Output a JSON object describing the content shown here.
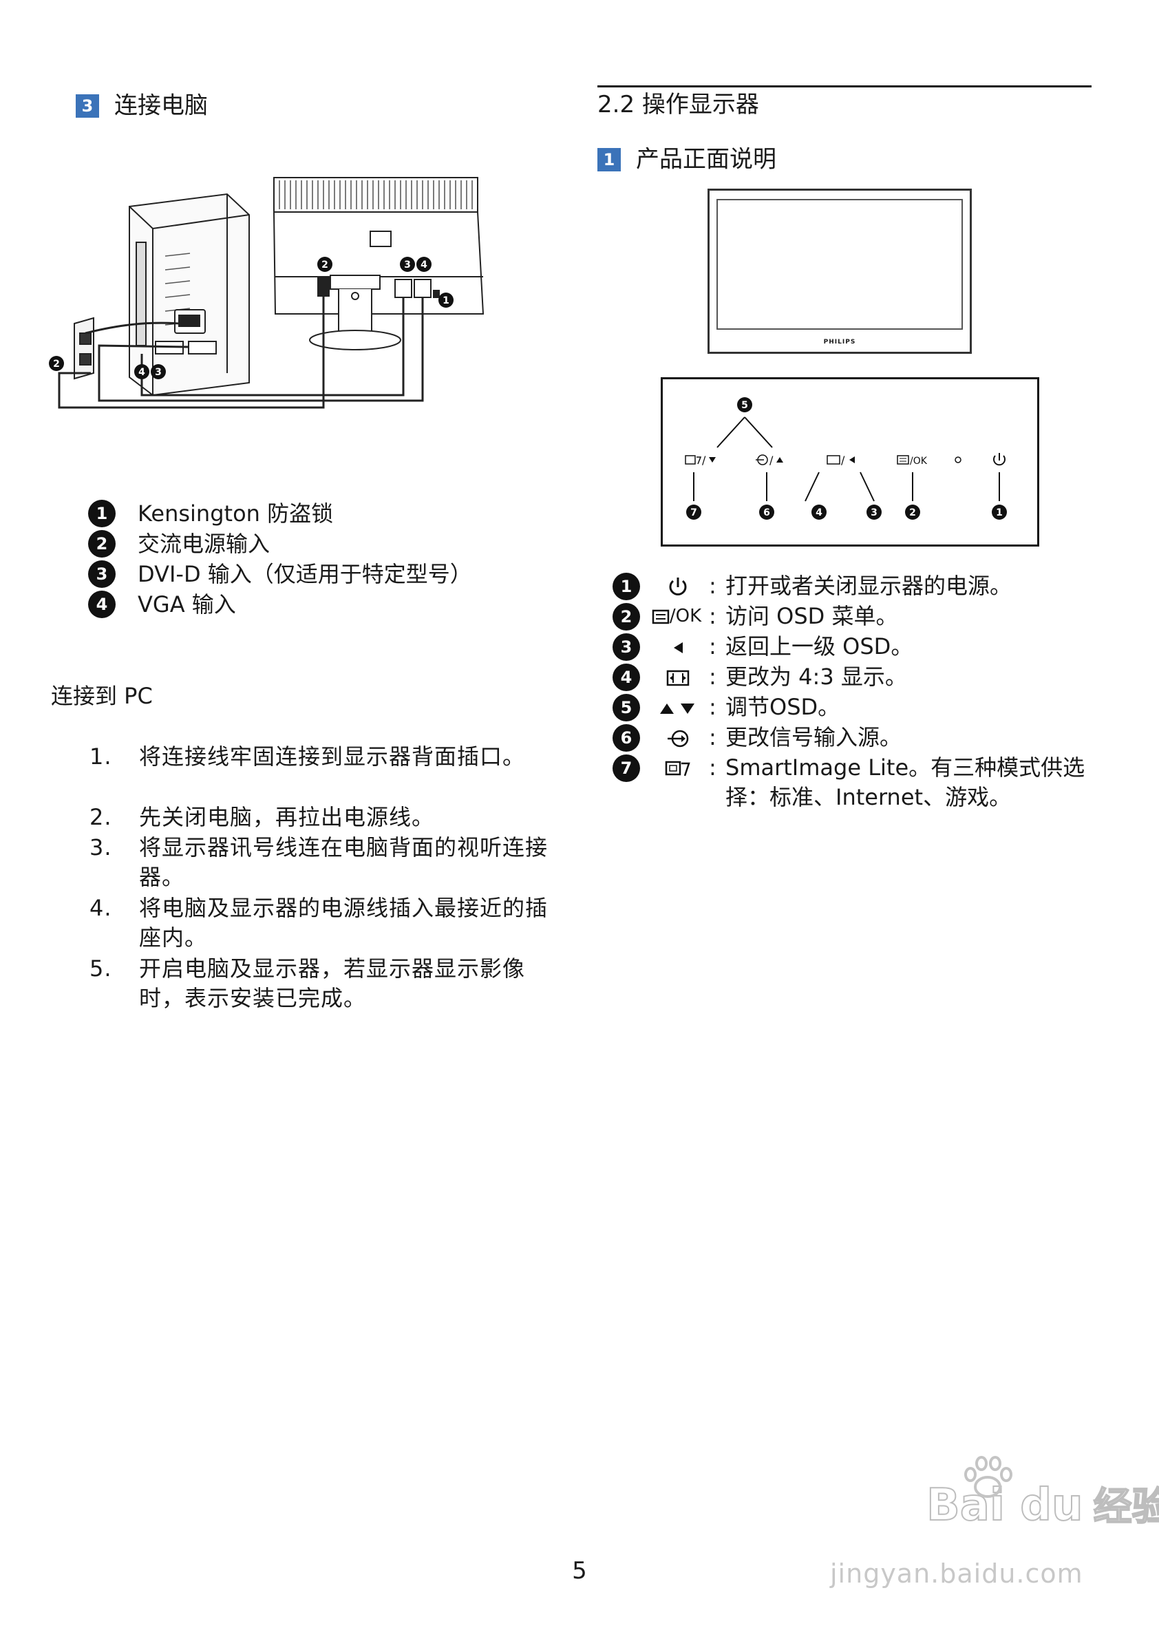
{
  "left": {
    "section": {
      "badge": "3",
      "title": "连接电脑"
    },
    "diagram": {
      "callouts": [
        "1",
        "2",
        "3",
        "4"
      ]
    },
    "legend": [
      {
        "n": "1",
        "text": "Kensington 防盗锁"
      },
      {
        "n": "2",
        "text": "交流电源输入"
      },
      {
        "n": "3",
        "text": "DVI-D 输入（仅适用于特定型号）"
      },
      {
        "n": "4",
        "text": "VGA 输入"
      }
    ],
    "connect_heading": "连接到 PC",
    "steps": [
      {
        "n": "1.",
        "text": "将连接线牢固连接到显示器背面插口。"
      },
      {
        "n": "2.",
        "text": "先关闭电脑，再拉出电源线。"
      },
      {
        "n": "3.",
        "text": "将显示器讯号线连在电脑背面的视听连接器。"
      },
      {
        "n": "4.",
        "text": "将电脑及显示器的电源线插入最接近的插座内。"
      },
      {
        "n": "5.",
        "text": "开启电脑及显示器，若显示器显示影像时，表示安装已完成。"
      }
    ]
  },
  "right": {
    "heading": "2.2 操作显示器",
    "section": {
      "badge": "1",
      "title": "产品正面说明"
    },
    "monitor_brand": "PHILIPS",
    "panel": {
      "top_callout": "5",
      "bottom_callouts": [
        "7",
        "6",
        "4",
        "3",
        "2",
        "1"
      ],
      "ok_label": "/OK"
    },
    "features": [
      {
        "n": "1",
        "symbol": "power-icon",
        "text": "打开或者关闭显示器的电源。"
      },
      {
        "n": "2",
        "symbol": "menu-ok-icon",
        "symbol_label": "/OK",
        "text": "访问 OSD 菜单。"
      },
      {
        "n": "3",
        "symbol": "triangle-left-icon",
        "text": "返回上一级 OSD。"
      },
      {
        "n": "4",
        "symbol": "aspect-ratio-icon",
        "text": "更改为 4:3 显示。"
      },
      {
        "n": "5",
        "symbol": "up-down-icon",
        "text": "调节OSD。"
      },
      {
        "n": "6",
        "symbol": "input-source-icon",
        "text": "更改信号输入源。"
      },
      {
        "n": "7",
        "symbol": "smartimage-icon",
        "text": "SmartImage Lite。有三种模式供选择：标准、Internet、游戏。"
      }
    ]
  },
  "page_number": "5",
  "watermark": {
    "brand": "Bai du",
    "brand_cn": "经验",
    "url": "jingyan.baidu.com"
  }
}
